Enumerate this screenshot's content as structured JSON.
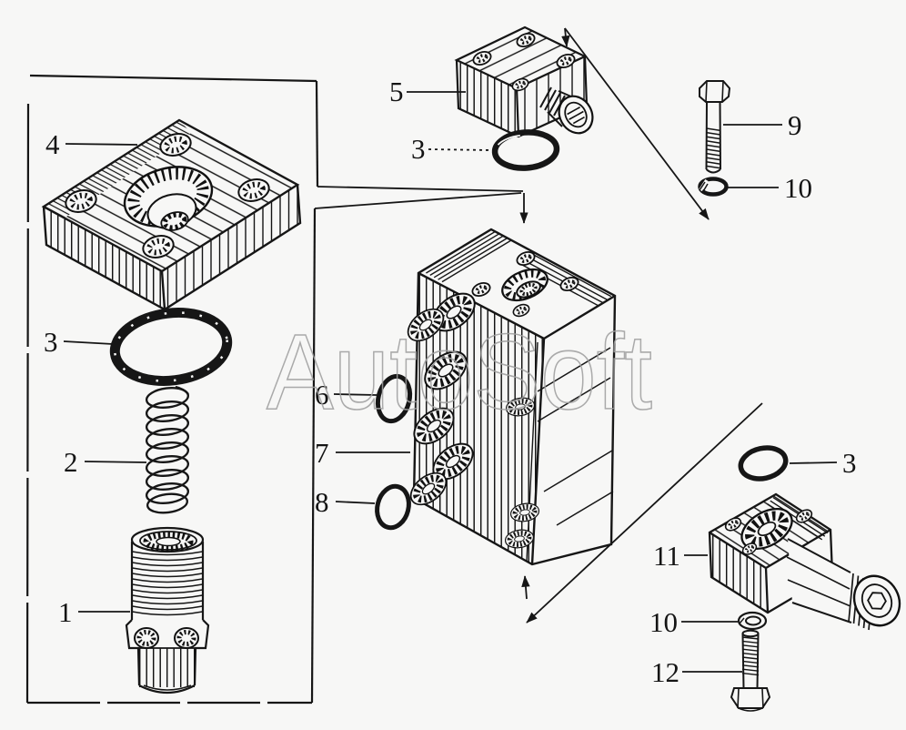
{
  "watermark": "AutoSoft",
  "labels": {
    "part1": "1",
    "part2": "2",
    "part3a": "3",
    "part3b": "3",
    "part3c": "3",
    "part4": "4",
    "part5": "5",
    "part6": "6",
    "part7": "7",
    "part8": "8",
    "part9": "9",
    "part10a": "10",
    "part10b": "10",
    "part11": "11",
    "part12": "12"
  }
}
